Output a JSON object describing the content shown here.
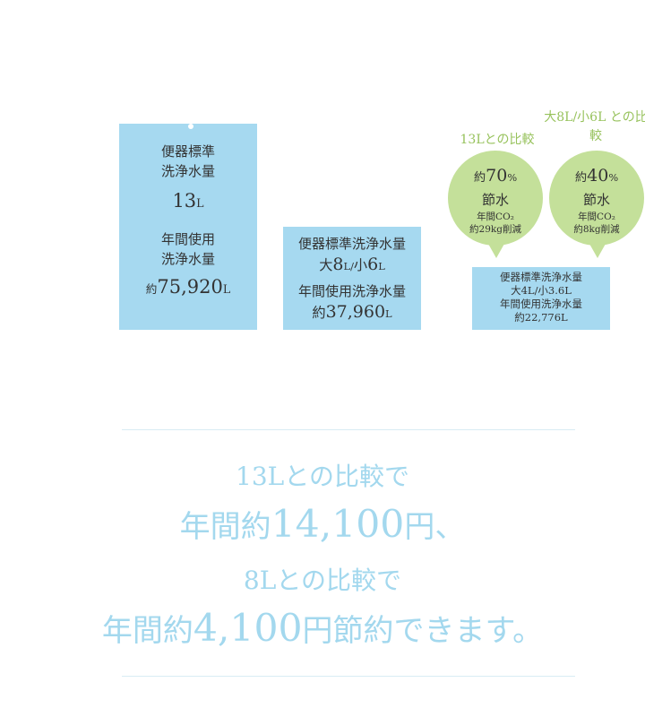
{
  "chart_data": {
    "type": "bar",
    "categories": [
      "13L",
      "大8L/小6L",
      "大4L/小3.6L"
    ],
    "values": [
      75920,
      37960,
      22776
    ],
    "bars": [
      {
        "title_lines": [
          "便器標準",
          "洗浄水量"
        ],
        "volume_num": "13",
        "volume_unit": "L",
        "annual_lines": [
          "年間使用",
          "洗浄水量"
        ],
        "annual_prefix": "約",
        "annual_num": "75,920",
        "annual_unit": "L"
      },
      {
        "title": "便器標準洗浄水量",
        "volume_big": "大",
        "volume_big_num": "8",
        "volume_big_unit": "L",
        "volume_sep": "/",
        "volume_small": "小",
        "volume_small_num": "6",
        "volume_small_unit": "L",
        "annual_title": "年間使用洗浄水量",
        "annual_prefix": "約",
        "annual_num": "37,960",
        "annual_unit": "L"
      },
      {
        "title": "便器標準洗浄水量",
        "volume": "大4L/小3.6L",
        "annual_title": "年間使用洗浄水量",
        "annual": "約22,776L"
      }
    ],
    "comparisons": [
      {
        "label_lines": [
          "13Lとの比較"
        ],
        "prefix": "約",
        "pct_num": "70",
        "pct_unit": "%",
        "saving": "節水",
        "co2_title": "年間CO₂",
        "co2_reduction": "約29kg削減",
        "value": 70
      },
      {
        "label_lines": [
          "大8L/小6L",
          "との比較"
        ],
        "prefix": "約",
        "pct_num": "40",
        "pct_unit": "%",
        "saving": "節水",
        "co2_title": "年間CO₂",
        "co2_reduction": "約8kg削減",
        "value": 40
      }
    ],
    "ylim": [
      0,
      75920
    ]
  },
  "message": {
    "line1": "13Lとの比較で",
    "line2_pre": "年間約",
    "line2_num": "14,100",
    "line2_post": "円、",
    "line3": "8Lとの比較で",
    "line4_pre": "年間約",
    "line4_num": "4,100",
    "line4_post": "円節約できます。"
  },
  "colors": {
    "bar": "#a6d9f0",
    "bubble": "#c4e09a",
    "comparison_text": "#97c25c",
    "message_text": "#a3d8ee"
  }
}
